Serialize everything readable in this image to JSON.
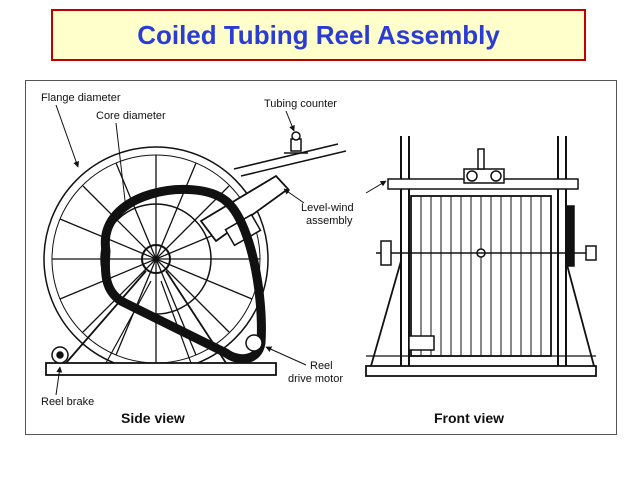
{
  "title": "Coiled Tubing Reel Assembly",
  "labels": {
    "flange_diameter": "Flange diameter",
    "core_diameter": "Core diameter",
    "tubing_counter": "Tubing counter",
    "level_wind_1": "Level-wind",
    "level_wind_2": "assembly",
    "reel_drive_1": "Reel",
    "reel_drive_2": "drive motor",
    "reel_brake": "Reel brake"
  },
  "captions": {
    "side_view": "Side view",
    "front_view": "Front view"
  },
  "colors": {
    "title_text": "#2a3bd6",
    "title_bg": "#ffffcc",
    "title_border": "#c00000"
  }
}
